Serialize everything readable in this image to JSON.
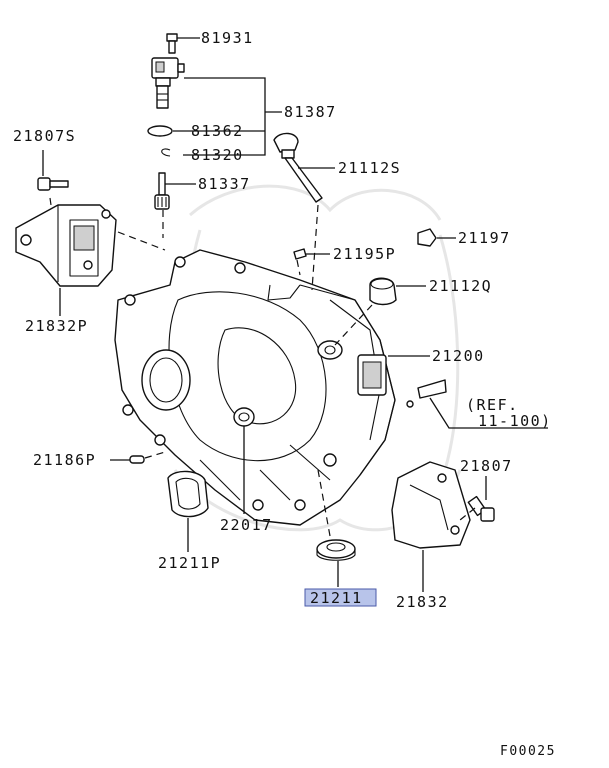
{
  "parts": {
    "p81931": "81931",
    "p81387": "81387",
    "p81362": "81362",
    "p81320": "81320",
    "p81337": "81337",
    "p21807S": "21807S",
    "p21112S": "21112S",
    "p21197": "21197",
    "p21195P": "21195P",
    "p21112Q": "21112Q",
    "p21832P": "21832P",
    "p21200": "21200",
    "p21186P": "21186P",
    "p21807": "21807",
    "p22017": "22017",
    "p21211P": "21211P",
    "p21211": "21211",
    "p21832": "21832"
  },
  "reference": {
    "line1": "(REF.",
    "line2": "11-100)"
  },
  "figure_code": "F00025",
  "colors": {
    "highlight": "#b8c4ea",
    "highlight_border": "#4a5aa8"
  }
}
